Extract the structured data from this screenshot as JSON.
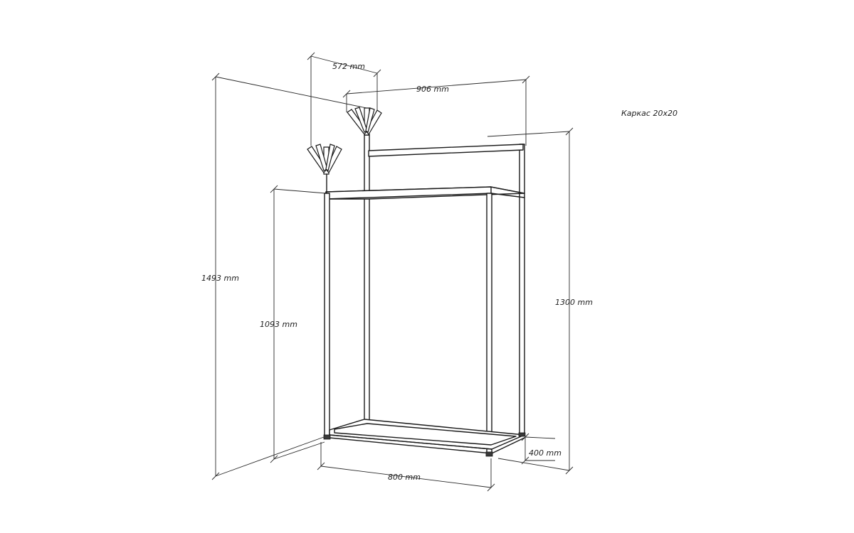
{
  "dimensions": {
    "height_total": "1493 mm",
    "height_shelf": "1093 mm",
    "height_back": "1300 mm",
    "width_top_left": "572 mm",
    "width_top": "906 mm",
    "width_bottom": "800 mm",
    "depth": "400 mm"
  },
  "note": "Каркас 20х20",
  "colors": {
    "line": "#1a1a1a",
    "background": "#ffffff"
  }
}
